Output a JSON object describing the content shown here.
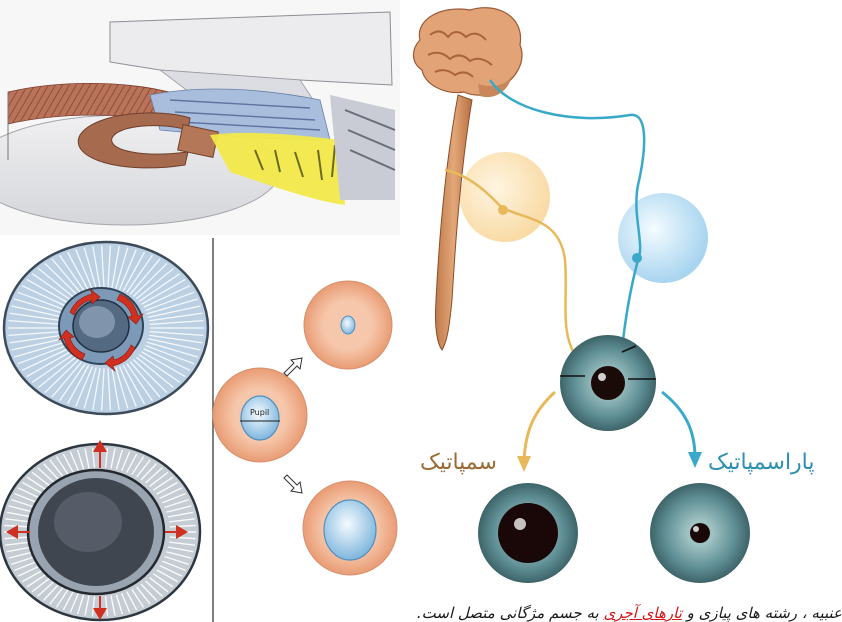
{
  "labels": {
    "sympathetic": "سمپاتیک",
    "parasympathetic": "پاراسمپاتیک",
    "pupil": "Pupil"
  },
  "caption": {
    "part1": "عنبیه ، رشته های پیازی و ",
    "highlight": "تارهای آجری",
    "part2": " به جسم مژگانی متصل است."
  },
  "colors": {
    "sympathetic_path": "#e8b95a",
    "parasympathetic_path": "#39a9c9",
    "sympathetic_label": "#9a6a33",
    "parasympathetic_label": "#2c8fb0",
    "muscle_arrows": "#d03020",
    "iris_teal": "#5a8f95",
    "iris_pink": "#f0b494"
  },
  "icons": [
    "brain-icon",
    "spinal-cord-icon",
    "eye-icon",
    "arrow-outline-icon",
    "muscle-arrow-icon"
  ]
}
